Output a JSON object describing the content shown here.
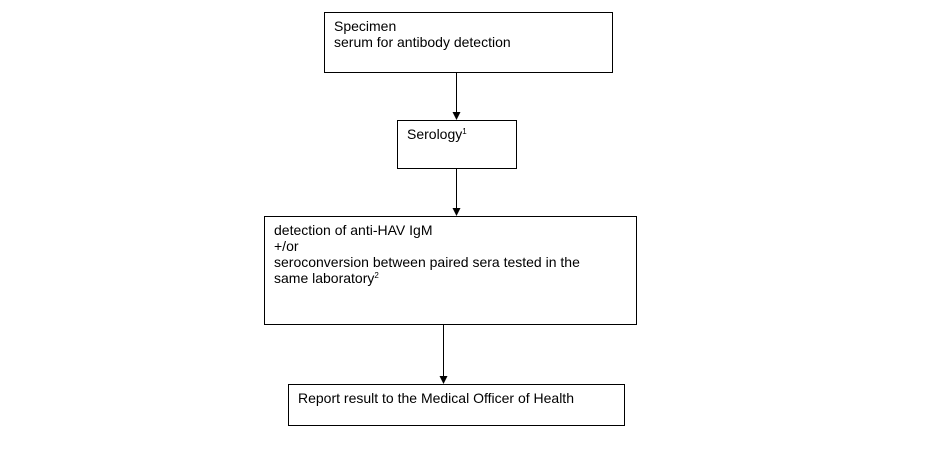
{
  "specimen_box": {
    "line1": "Specimen",
    "line2": "serum for antibody detection"
  },
  "serology_box": {
    "text": "Serology",
    "footnote": "1"
  },
  "detection_box": {
    "line1": "detection of anti-HAV IgM",
    "line2": "+/or",
    "line3": "seroconversion between paired sera tested in the",
    "line4": "same laboratory",
    "footnote": "2"
  },
  "report_box": {
    "text": "Report result to the Medical Officer of Health"
  }
}
